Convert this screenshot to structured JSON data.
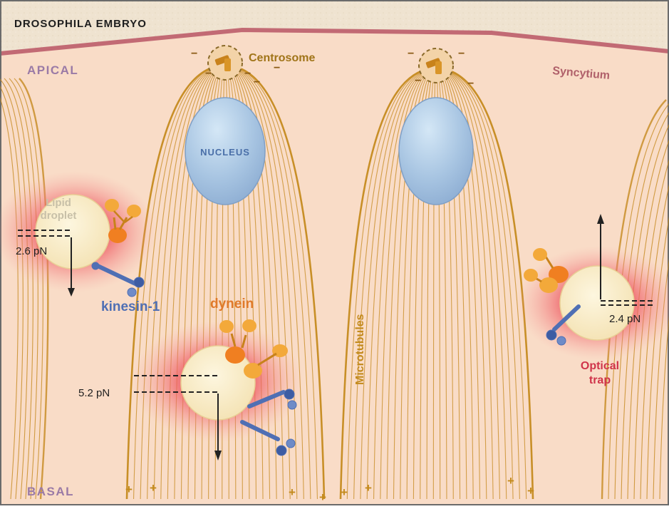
{
  "title": "DROSOPHILA EMBRYO",
  "labels": {
    "apical": "APICAL",
    "basal": "BASAL",
    "syncytium": "Syncytium",
    "centrosome": "Centrosome",
    "nucleus": "NUCLEUS",
    "lipid_droplet_line1": "Lipid",
    "lipid_droplet_line2": "droplet",
    "kinesin": "kinesin-1",
    "dynein": "dynein",
    "microtubules": "Microtubules",
    "optical_trap_line1": "Optical",
    "optical_trap_line2": "trap"
  },
  "forces": {
    "left": "2.6 pN",
    "center": "5.2 pN",
    "right": "2.4 pN"
  },
  "polarity": {
    "minus": "−",
    "plus": "+"
  },
  "colors": {
    "cytoplasm": "#f9dcc7",
    "surface": "#efe4d2",
    "membrane": "#c26a74",
    "microtubule": "#c58a1f",
    "nucleus": "#a9c6e3",
    "droplet": "#fbf0cf",
    "dynein": "#ef9a2e",
    "kinesin": "#4f6fb4",
    "trap": "#e23a45",
    "apical_label": "#9a7aa6",
    "optical_label": "#d0344a"
  }
}
